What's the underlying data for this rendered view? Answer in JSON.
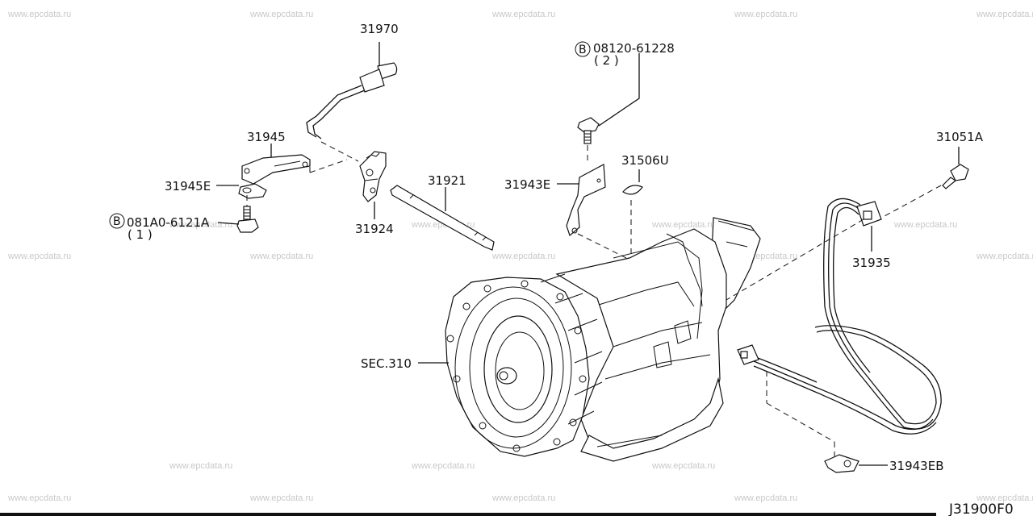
{
  "watermark": "www.epcdata.ru",
  "drawing_code": "J31900F0",
  "labels": {
    "p31970": "31970",
    "p31945": "31945",
    "p31945e": "31945E",
    "bolt1_code": "081A0-6121A",
    "bolt1_qty": "( 1 )",
    "bolt1_mark": "B",
    "p31924": "31924",
    "p31921": "31921",
    "bolt2_code": "08120-61228",
    "bolt2_qty": "( 2 )",
    "bolt2_mark": "B",
    "p31943e": "31943E",
    "p31506u": "31506U",
    "p31051a": "31051A",
    "p31935": "31935",
    "sec310": "SEC.310",
    "p31943eb": "31943EB"
  }
}
